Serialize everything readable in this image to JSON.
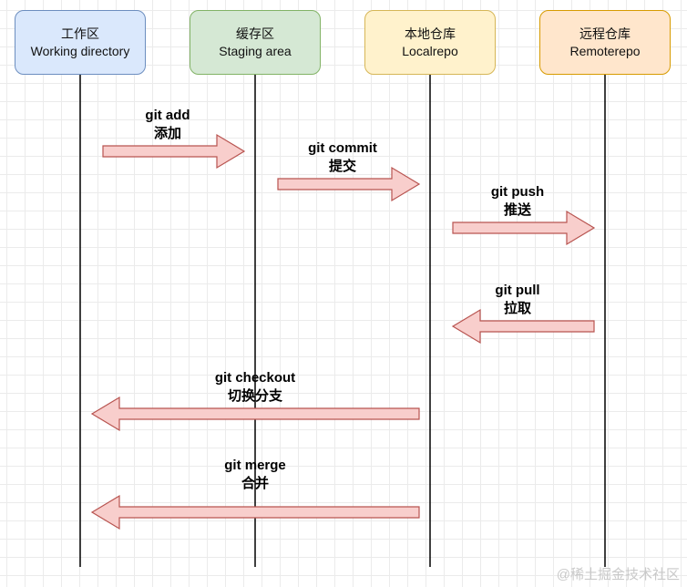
{
  "lifelines": [
    {
      "id": "working",
      "title_cn": "工作区",
      "title_en": "Working directory",
      "fill": "#dae8fc",
      "stroke": "#6c8ebf"
    },
    {
      "id": "staging",
      "title_cn": "缓存区",
      "title_en": "Staging area",
      "fill": "#d5e8d4",
      "stroke": "#82b366"
    },
    {
      "id": "local",
      "title_cn": "本地仓库",
      "title_en": "Localrepo",
      "fill": "#fff2cc",
      "stroke": "#d6b656"
    },
    {
      "id": "remote",
      "title_cn": "远程仓库",
      "title_en": "Remoterepo",
      "fill": "#ffe6cc",
      "stroke": "#d79b00"
    }
  ],
  "messages": [
    {
      "id": "add",
      "command": "git add",
      "meaning": "添加",
      "from": "working",
      "to": "staging"
    },
    {
      "id": "commit",
      "command": "git commit",
      "meaning": "提交",
      "from": "staging",
      "to": "local"
    },
    {
      "id": "push",
      "command": "git push",
      "meaning": "推送",
      "from": "local",
      "to": "remote"
    },
    {
      "id": "pull",
      "command": "git pull",
      "meaning": "拉取",
      "from": "remote",
      "to": "local"
    },
    {
      "id": "checkout",
      "command": "git checkout",
      "meaning": "切换分支",
      "from": "local",
      "to": "working"
    },
    {
      "id": "merge",
      "command": "git merge",
      "meaning": "合并",
      "from": "local",
      "to": "working"
    }
  ],
  "colors": {
    "arrow_fill": "#f8cecc",
    "arrow_stroke": "#b85450",
    "lifeline": "#000000"
  },
  "watermark": "@稀土掘金技术社区"
}
